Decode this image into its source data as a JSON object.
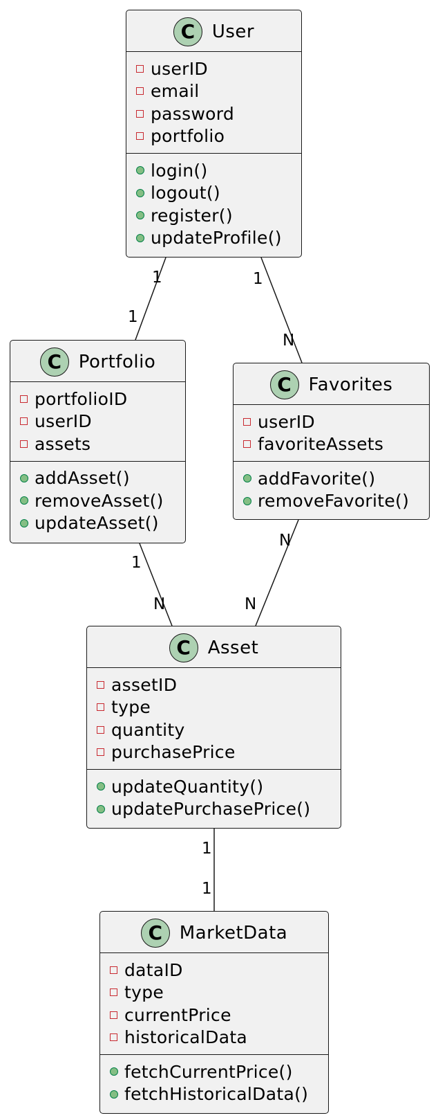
{
  "classes": {
    "user": {
      "name": "User",
      "icon": "C",
      "attributes": [
        "userID",
        "email",
        "password",
        "portfolio"
      ],
      "methods": [
        "login()",
        "logout()",
        "register()",
        "updateProfile()"
      ]
    },
    "portfolio": {
      "name": "Portfolio",
      "icon": "C",
      "attributes": [
        "portfolioID",
        "userID",
        "assets"
      ],
      "methods": [
        "addAsset()",
        "removeAsset()",
        "updateAsset()"
      ]
    },
    "favorites": {
      "name": "Favorites",
      "icon": "C",
      "attributes": [
        "userID",
        "favoriteAssets"
      ],
      "methods": [
        "addFavorite()",
        "removeFavorite()"
      ]
    },
    "asset": {
      "name": "Asset",
      "icon": "C",
      "attributes": [
        "assetID",
        "type",
        "quantity",
        "purchasePrice"
      ],
      "methods": [
        "updateQuantity()",
        "updatePurchasePrice()"
      ]
    },
    "marketdata": {
      "name": "MarketData",
      "icon": "C",
      "attributes": [
        "dataID",
        "type",
        "currentPrice",
        "historicalData"
      ],
      "methods": [
        "fetchCurrentPrice()",
        "fetchHistoricalData()"
      ]
    }
  },
  "associations": {
    "user_portfolio": {
      "source": "User",
      "target": "Portfolio",
      "source_mult": "1",
      "target_mult": "1"
    },
    "user_favorites": {
      "source": "User",
      "target": "Favorites",
      "source_mult": "1",
      "target_mult": "N"
    },
    "portfolio_asset": {
      "source": "Portfolio",
      "target": "Asset",
      "source_mult": "1",
      "target_mult": "N"
    },
    "favorites_asset": {
      "source": "Favorites",
      "target": "Asset",
      "source_mult": "N",
      "target_mult": "N"
    },
    "asset_marketdata": {
      "source": "Asset",
      "target": "MarketData",
      "source_mult": "1",
      "target_mult": "1"
    }
  },
  "colors": {
    "class_fill": "#f1f1f1",
    "border": "#181818",
    "class_icon_fill": "#add1b2",
    "private_marker": "#c82930",
    "public_marker_fill": "#84be84",
    "public_marker_border": "#038048"
  }
}
